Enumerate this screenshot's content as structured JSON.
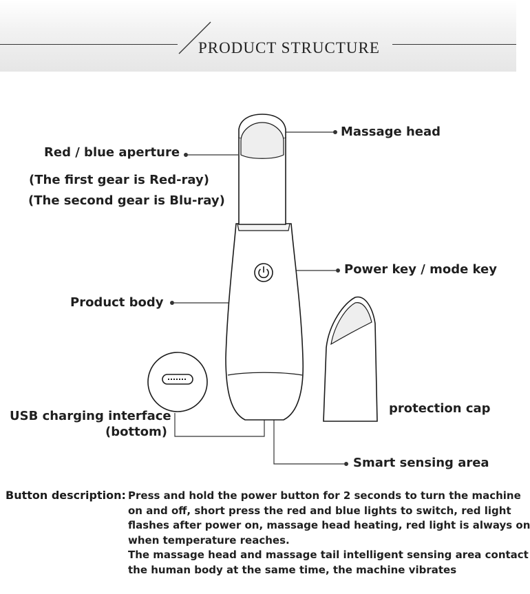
{
  "header": {
    "title": "PRODUCT STRUCTURE"
  },
  "labels": {
    "massage_head": "Massage head",
    "aperture": "Red / blue aperture",
    "gear1": "(The first gear is Red-ray)",
    "gear2": "(The second gear is Blu-ray)",
    "power_key": "Power key / mode key",
    "product_body": "Product body",
    "protection_cap": "protection cap",
    "usb_line1": "USB charging interface",
    "usb_line2": "(bottom)",
    "sensing_area": "Smart sensing area"
  },
  "description": {
    "title": "Button description:",
    "lines": [
      "Press and hold the power button for 2 seconds to turn the machine",
      "on and off, short press the red and blue lights to switch, red light",
      "flashes after power on, massage head heating, red light is always on",
      "when temperature reaches.",
      "The massage head and massage tail intelligent sensing area contact",
      "the human body at the same time, the machine vibrates"
    ]
  },
  "icons": [
    "power-icon",
    "usb-port-icon"
  ]
}
